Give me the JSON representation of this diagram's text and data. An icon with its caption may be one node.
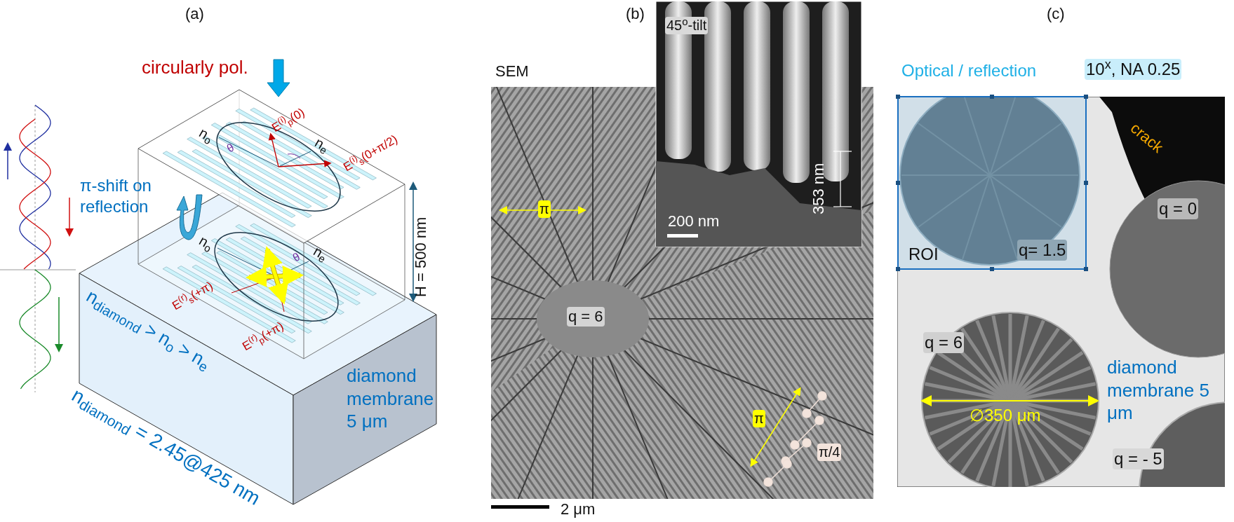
{
  "diagram": {
    "labels": [
      "(a)",
      "circularly pol.",
      "n$_{o}$",
      "n$_{e}$",
      "E$^{(i)}$$_{p}$(0)",
      "E$^{(i)}$$_{s}$(0+π/2)",
      "θ",
      "π-shift on reflection",
      "H = 500 nm",
      "n$_{o}$",
      "n$_{e}$",
      "θ",
      "E$^{(r)}$$_{s}$(+π)",
      "E$^{(r)}$$_{p}$(+π)",
      "n$_{diamond}$ > n$_{o}$ > n$_{e}$",
      "diamond membrane 5 μm",
      "n$_{diamond}$ = 2.45@425 nm",
      "(b)",
      "SEM",
      "45$^{o}$-tilt",
      "353 nm",
      "200 nm",
      "π",
      "q = 6",
      "π",
      "π/4",
      "2 μm",
      "(c)",
      "Optical / reflection",
      "10$^{x}$, NA 0.25",
      "crack",
      "ROI",
      "q= 1.5",
      "q = 0",
      "q = 6",
      "∅350 μm",
      "diamond membrane 5 μm",
      "q = - 5"
    ]
  }
}
